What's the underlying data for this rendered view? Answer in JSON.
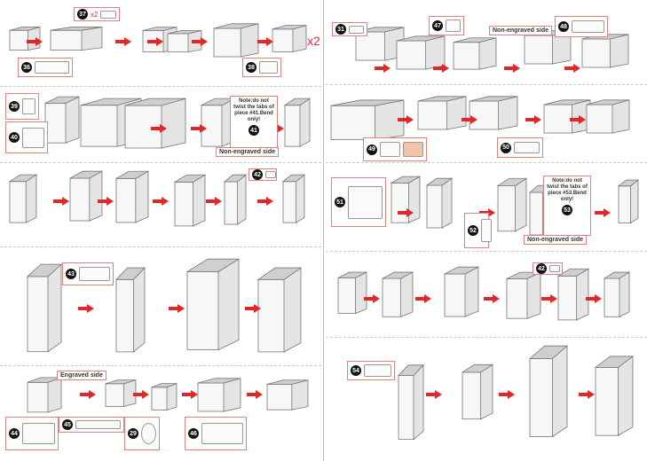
{
  "left": {
    "row1": {
      "part_a": "37",
      "part_a_qty": "x2",
      "part_b": "36",
      "part_c": "38",
      "result_qty": "x2"
    },
    "row2": {
      "part_a": "39",
      "part_b": "40",
      "part_c": "41",
      "note": "Note:do not twist the tabs of piece #41.Bend only!",
      "label": "Non-engraved side"
    },
    "row3": {
      "part_a": "42"
    },
    "row4": {
      "part_a": "43"
    },
    "row5": {
      "label": "Engraved side",
      "part_a": "44",
      "part_b": "45",
      "part_c": "29",
      "part_d": "46"
    }
  },
  "right": {
    "row1": {
      "part_a": "31",
      "part_b": "47",
      "label": "Non-engraved side",
      "part_c": "48"
    },
    "row2": {
      "part_a": "49",
      "part_b": "50"
    },
    "row3": {
      "part_a": "51",
      "part_b": "52",
      "part_c": "53",
      "note": "Note:do not twist the tabs of piece #53.Bend only!",
      "label": "Non-engraved side"
    },
    "row4": {
      "part_a": "42"
    },
    "row5": {
      "part_a": "54"
    }
  },
  "colors": {
    "arrow": "#e02828",
    "callout_border": "#e08080",
    "highlight": "#d9534f"
  }
}
